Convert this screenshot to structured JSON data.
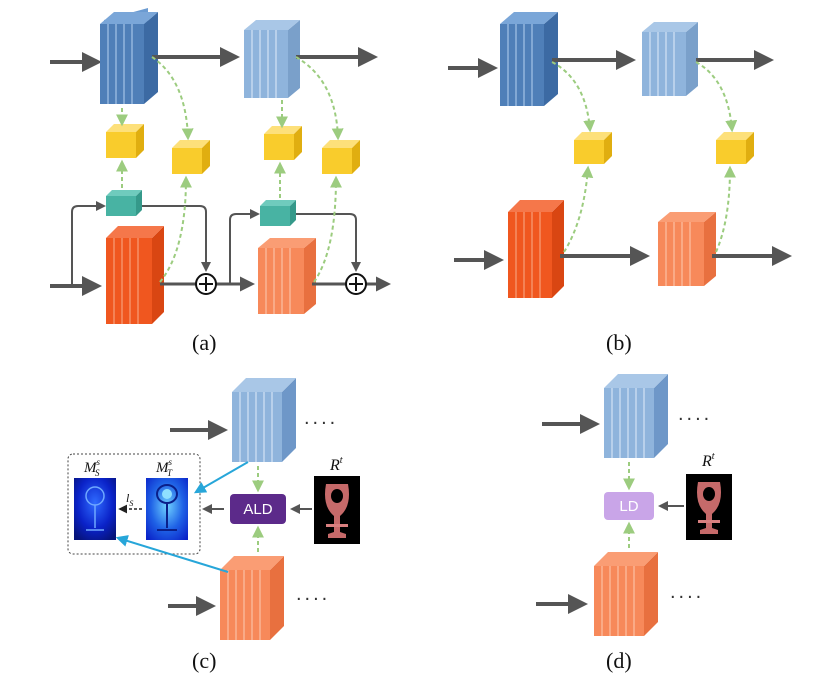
{
  "panels": {
    "a": {
      "caption": "(a)"
    },
    "b": {
      "caption": "(b)"
    },
    "c": {
      "caption": "(c)",
      "module_label": "ALD",
      "ellipsis": "....",
      "ref": {
        "base": "R",
        "sup": "t"
      },
      "map_source": {
        "base": "M",
        "sup": "s",
        "sub": "S"
      },
      "map_target": {
        "base": "M",
        "sup": "s",
        "sub": "T"
      },
      "loss": {
        "base": "l",
        "sub": "S"
      }
    },
    "d": {
      "caption": "(d)",
      "module_label": "LD",
      "ellipsis": "....",
      "ref": {
        "base": "R",
        "sup": "t"
      }
    }
  },
  "colors": {
    "blue_dark": "#4f7fb8",
    "blue_light": "#8fb4dc",
    "orange_dark": "#f0571f",
    "orange_light": "#f7895a",
    "yellow": "#f9cc2c",
    "teal": "#48b3a3",
    "purple_ald": "#5c2a8a",
    "purple_ld": "#c9a5e8",
    "arrow": "#555555",
    "dashed_green": "#9ccc7f",
    "cyan_arrow": "#27a6d9",
    "map_blue": "#0a22c8"
  }
}
